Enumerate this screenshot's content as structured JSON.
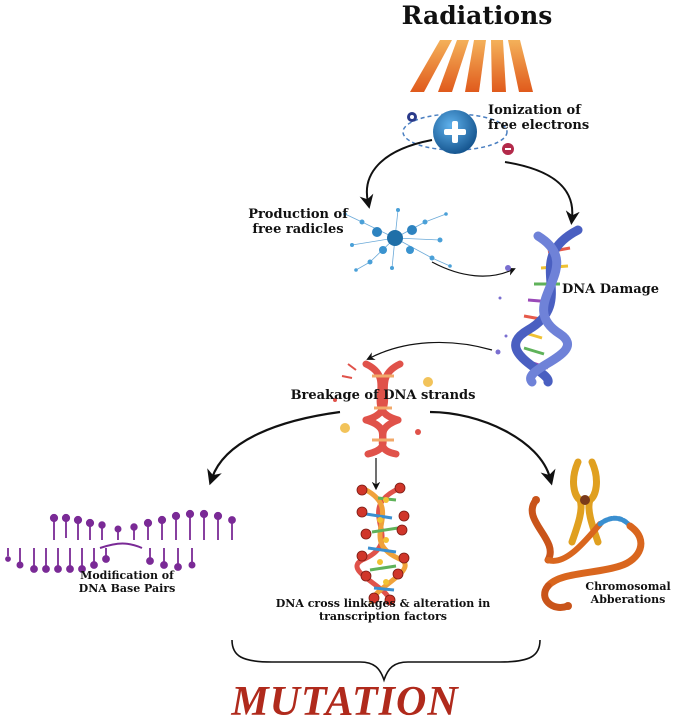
{
  "title": "Radiations",
  "ionization": {
    "line1": "Ionization of",
    "line2": "free electrons"
  },
  "production": {
    "line1": "Production of",
    "line2": "free radicles"
  },
  "dna_damage": "DNA Damage",
  "breakage": "Breakage of DNA strands",
  "modification": {
    "line1": "Modification of",
    "line2": "DNA Base Pairs"
  },
  "cross_linkage": {
    "line1": "DNA cross linkages & alteration in",
    "line2": "transcription factors"
  },
  "chromosomal": {
    "line1": "Chromosomal",
    "line2": "Abberations"
  },
  "outcome": "MUTATION",
  "icons": [
    "radiation-rays-icon",
    "atom-icon",
    "free-radicals-icon",
    "dna-helix-icon",
    "broken-dna-icon",
    "base-pairs-icon",
    "crosslinked-dna-icon",
    "chromosome-icon"
  ],
  "colors": {
    "ray": "#e8772a",
    "atom": "#1c6fb5",
    "helix_blue": "#4a5fc1",
    "broken_red": "#e0524a",
    "base_purple": "#7a2a96",
    "chromosome_orange": "#d9661e",
    "mutation_red": "#b02a1c"
  }
}
